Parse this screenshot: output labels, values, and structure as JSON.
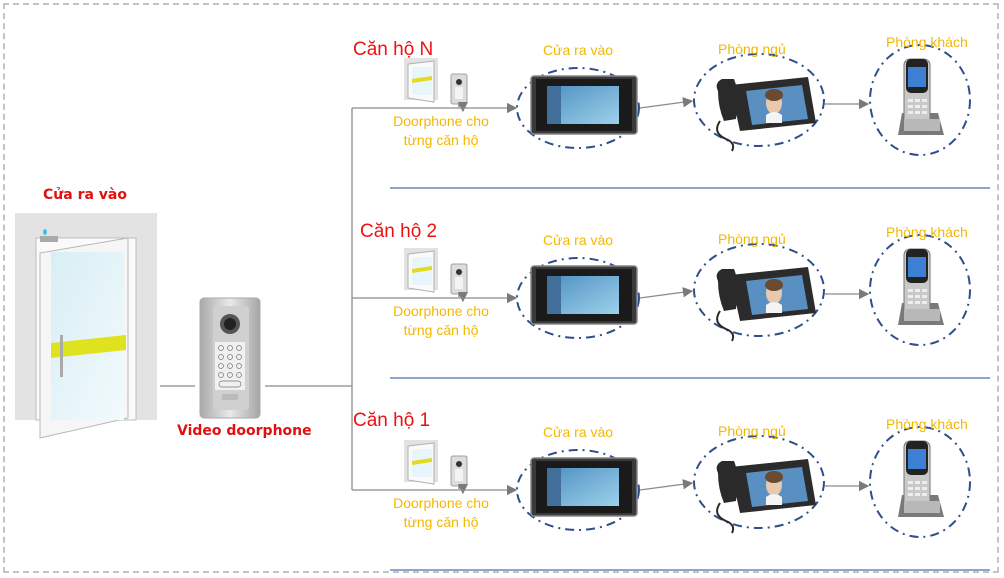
{
  "main_door": {
    "label": "Cửa ra vào"
  },
  "video_doorphone": {
    "label": "Video doorphone"
  },
  "apartments": [
    {
      "name": "Căn hộ N",
      "doorphone_label_1": "Doorphone cho",
      "doorphone_label_2": "từng căn hộ",
      "devices": [
        {
          "label": "Cửa ra vào",
          "icon": "indoor-monitor-icon"
        },
        {
          "label": "Phòng ngủ",
          "icon": "video-phone-icon"
        },
        {
          "label": "Phòng khách",
          "icon": "cordless-phone-icon"
        }
      ]
    },
    {
      "name": "Căn hộ 2",
      "doorphone_label_1": "Doorphone cho",
      "doorphone_label_2": "từng căn hộ",
      "devices": [
        {
          "label": "Cửa ra vào",
          "icon": "indoor-monitor-icon"
        },
        {
          "label": "Phòng ngủ",
          "icon": "video-phone-icon"
        },
        {
          "label": "Phòng khách",
          "icon": "cordless-phone-icon"
        }
      ]
    },
    {
      "name": "Căn hộ 1",
      "doorphone_label_1": "Doorphone cho",
      "doorphone_label_2": "từng căn hộ",
      "devices": [
        {
          "label": "Cửa ra vào",
          "icon": "indoor-monitor-icon"
        },
        {
          "label": "Phòng ngủ",
          "icon": "video-phone-icon"
        },
        {
          "label": "Phòng khách",
          "icon": "cordless-phone-icon"
        }
      ]
    }
  ],
  "colors": {
    "title_red": "#e01010",
    "device_label": "#f2b800",
    "ellipse": "#2e4e8c",
    "connector": "#808080",
    "separator": "#4a6fae",
    "frame": "#c4c4c4"
  }
}
